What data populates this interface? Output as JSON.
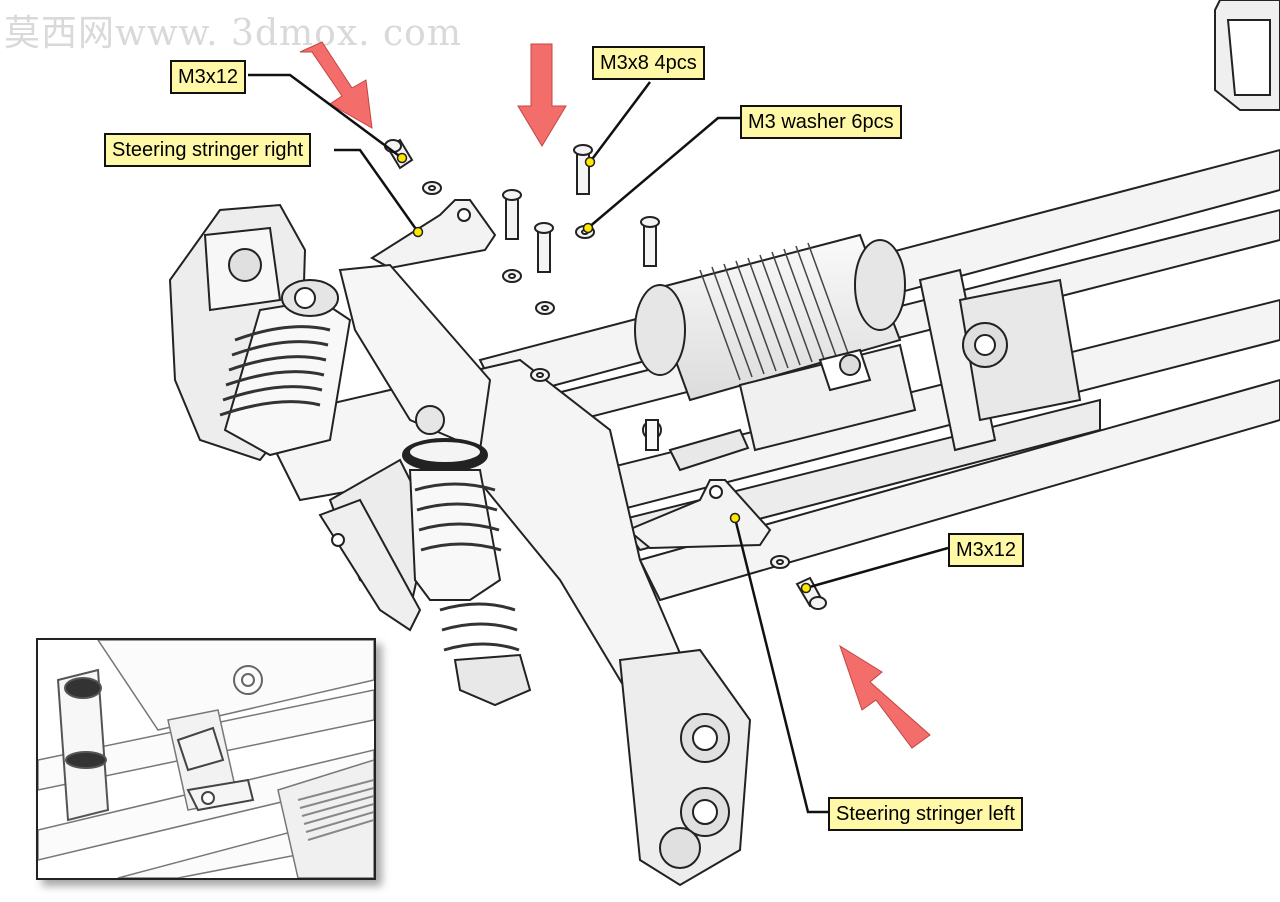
{
  "watermark": {
    "text": "莫西网www. 3dmox. com"
  },
  "labels": {
    "m3x12_top": "M3x12",
    "steering_right": "Steering stringer right",
    "m3x8": "M3x8 4pcs",
    "m3_washer": "M3 washer 6pcs",
    "m3x12_right": "M3x12",
    "steering_left": "Steering stringer left"
  },
  "colors": {
    "callout_bg": "#fff8a6",
    "arrow": "#f36e6b",
    "leader_dot": "#ffe800",
    "line": "#222222"
  },
  "icons": {
    "direction_arrows": "red-arrow-icon",
    "leader_points": "yellow-dot-icon"
  }
}
